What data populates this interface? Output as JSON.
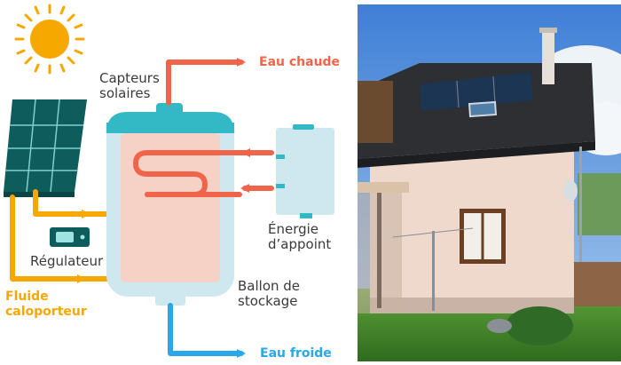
{
  "labels": {
    "capteurs_line1": "Capteurs",
    "capteurs_line2": "solaires",
    "eau_chaude": "Eau chaude",
    "energie_line1": "Énergie",
    "energie_line2": "d’appoint",
    "regulateur": "Régulateur",
    "fluide_line1": "Fluide",
    "fluide_line2": "caloporteur",
    "ballon_line1": "Ballon de",
    "ballon_line2": "stockage",
    "eau_froide": "Eau froide"
  },
  "colors": {
    "hot": "#f0644a",
    "fluid": "#f6a800",
    "cold": "#2aa7e8",
    "tank": "#cfe7ef",
    "panel": "#0f5c5c",
    "sun": "#f6a800"
  },
  "icons": {
    "sun": "sun-icon",
    "panel": "solar-panel-icon",
    "regulator": "regulator-icon",
    "backup": "backup-heater-icon"
  }
}
